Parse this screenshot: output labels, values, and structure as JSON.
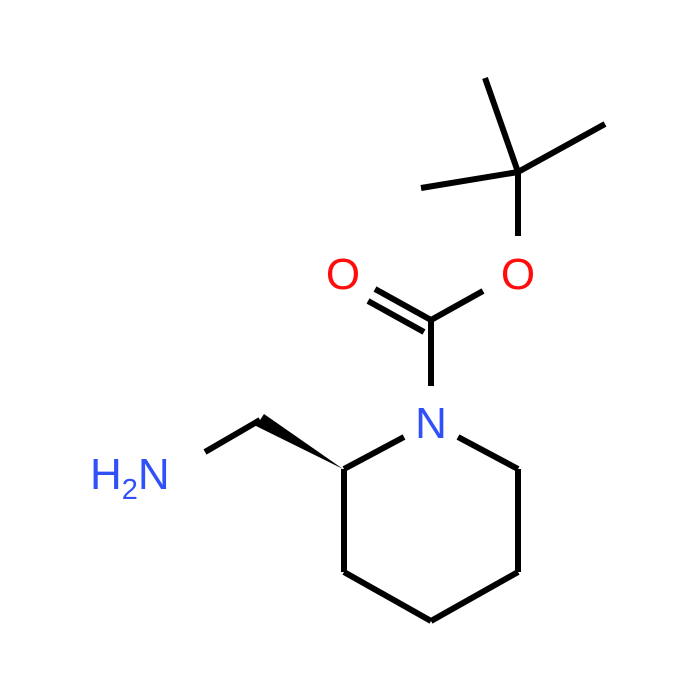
{
  "molecule": {
    "colors": {
      "bond": "#000000",
      "oxygen": "#ff0d0d",
      "nitrogen": "#3050f8",
      "background": "#ffffff"
    },
    "atoms": {
      "carbonyl_oxygen": "O",
      "ester_oxygen": "O",
      "ring_nitrogen": "N",
      "amine": {
        "main": "H",
        "subscript": "2",
        "tail": "N"
      }
    },
    "stereo_bond": "wedge"
  }
}
